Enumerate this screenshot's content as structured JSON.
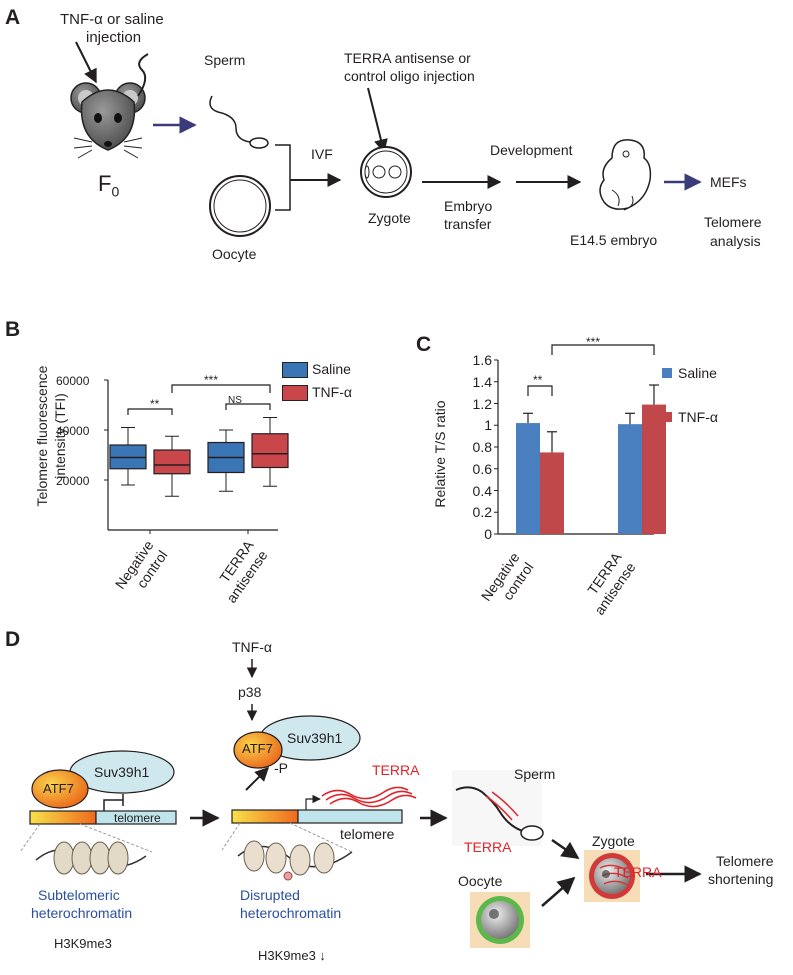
{
  "panel_a": {
    "letter": "A",
    "tnf_injection": [
      "TNF-α or saline",
      "injection"
    ],
    "f0": "F",
    "f0_sub": "0",
    "sperm": "Sperm",
    "oocyte": "Oocyte",
    "ivf": "IVF",
    "oligo_injection": [
      "TERRA antisense or",
      "control oligo injection"
    ],
    "zygote": "Zygote",
    "embryo_transfer": [
      "Embryo",
      "transfer"
    ],
    "development": "Development",
    "embryo": "E14.5 embryo",
    "mefs": "MEFs",
    "telomere_analysis": [
      "Telomere",
      "analysis"
    ]
  },
  "panel_b": {
    "letter": "B",
    "ylabel": [
      "Telomere fluorescence",
      "intensity (TFI)"
    ],
    "yticks": [
      "60000",
      "40000",
      "20000"
    ],
    "xticks": [
      [
        "Negative",
        "control"
      ],
      [
        "TERRA",
        "antisense"
      ]
    ],
    "legend": [
      "Saline",
      "TNF-α"
    ],
    "sig": [
      "**",
      "***",
      "NS"
    ]
  },
  "panel_c": {
    "letter": "C",
    "ylabel": "Relative T/S ratio",
    "yticks": [
      "1.6",
      "1.4",
      "1.2",
      "1",
      "0.8",
      "0.6",
      "0.4",
      "0.2",
      "0"
    ],
    "xticks": [
      [
        "Negative",
        "control"
      ],
      [
        "TERRA",
        "antisense"
      ]
    ],
    "legend": [
      "Saline",
      "TNF-α"
    ],
    "sig": [
      "**",
      "***"
    ]
  },
  "panel_d": {
    "letter": "D",
    "tnf": "TNF-α",
    "p38": "p38",
    "atf7": "ATF7",
    "suv39h1": "Suv39h1",
    "telomere": "telomere",
    "terra": "TERRA",
    "phospho": "-P",
    "subtelomeric": [
      "Subtelomeric",
      "heterochromatin"
    ],
    "disrupted": [
      "Disrupted",
      "heterochromatin"
    ],
    "h3k9me3": "H3K9me3",
    "h3k9me3_down": "H3K9me3 ↓",
    "sperm": "Sperm",
    "oocyte": "Oocyte",
    "zygote": "Zygote",
    "outcome": [
      "Telomere",
      "shortening"
    ]
  },
  "chart_data": [
    {
      "type": "box",
      "title": "",
      "ylabel": "Telomere fluorescence intensity (TFI)",
      "ylim": [
        0,
        60000
      ],
      "categories": [
        "Negative control",
        "TERRA antisense"
      ],
      "series": [
        {
          "name": "Saline",
          "color": "#3a75b6",
          "boxes": [
            {
              "min": 18000,
              "q1": 24500,
              "median": 29000,
              "q3": 34000,
              "max": 41000
            },
            {
              "min": 15500,
              "q1": 23000,
              "median": 29000,
              "q3": 35000,
              "max": 40000
            }
          ]
        },
        {
          "name": "TNF-α",
          "color": "#c9474b",
          "boxes": [
            {
              "min": 13500,
              "q1": 22500,
              "median": 26000,
              "q3": 32000,
              "max": 37500
            },
            {
              "min": 17500,
              "q1": 25000,
              "median": 30500,
              "q3": 38500,
              "max": 45000
            }
          ]
        }
      ],
      "annotations": [
        {
          "text": "**",
          "between": [
            "Negative control Saline",
            "Negative control TNF-α"
          ]
        },
        {
          "text": "***",
          "between": [
            "Negative control TNF-α",
            "TERRA antisense TNF-α"
          ]
        },
        {
          "text": "NS",
          "between": [
            "TERRA antisense Saline",
            "TERRA antisense TNF-α"
          ]
        }
      ],
      "legend_position": "top-right"
    },
    {
      "type": "bar",
      "title": "",
      "ylabel": "Relative T/S ratio",
      "ylim": [
        0,
        1.6
      ],
      "categories": [
        "Negative control",
        "TERRA antisense"
      ],
      "series": [
        {
          "name": "Saline",
          "color": "#4a7fc0",
          "values": [
            1.02,
            1.01
          ],
          "errors": [
            0.09,
            0.1
          ]
        },
        {
          "name": "TNF-α",
          "color": "#c0484a",
          "values": [
            0.75,
            1.19
          ],
          "errors": [
            0.19,
            0.18
          ]
        }
      ],
      "annotations": [
        {
          "text": "**",
          "between": [
            "Negative control Saline",
            "Negative control TNF-α"
          ]
        },
        {
          "text": "***",
          "between": [
            "Negative control TNF-α",
            "TERRA antisense TNF-α"
          ]
        }
      ],
      "legend_position": "right"
    }
  ]
}
